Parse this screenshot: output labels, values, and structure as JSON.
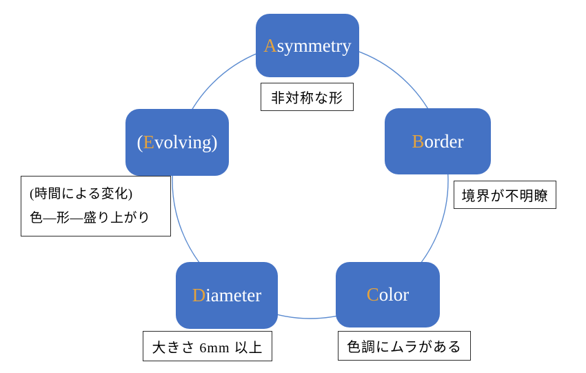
{
  "diagram": {
    "description": "ABCDE rule pentagon diagram with Japanese annotations",
    "nodes": [
      {
        "id": "asymmetry",
        "initial": "A",
        "rest": "symmetry",
        "note": "非対称な形"
      },
      {
        "id": "border",
        "initial": "B",
        "rest": "order",
        "note": "境界が不明瞭"
      },
      {
        "id": "evolving",
        "prefix": "(",
        "initial": "E",
        "rest": "volving)",
        "note_lines": [
          "(時間による変化)",
          "色―形―盛り上がり"
        ]
      },
      {
        "id": "diameter",
        "initial": "D",
        "rest": "iameter",
        "note": "大きさ 6mm 以上"
      },
      {
        "id": "color",
        "initial": "C",
        "rest": "olor",
        "note": "色調にムラがある"
      }
    ],
    "colors": {
      "node_fill": "#4472C4",
      "initial_letter": "#E5A33C",
      "node_text": "#FFFFFF",
      "circle_stroke": "#5B8BD0",
      "note_border": "#2B2B2B",
      "note_text": "#000000"
    }
  }
}
